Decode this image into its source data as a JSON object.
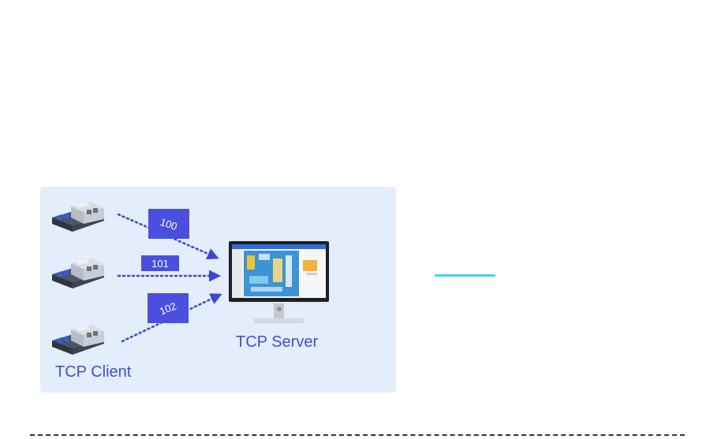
{
  "diagram": {
    "client_label": "TCP Client",
    "server_label": "TCP Server",
    "packets": [
      "100",
      "101",
      "102"
    ]
  },
  "colors": {
    "panel": "#e3edfc",
    "accent_blue": "#4a4fe0",
    "text_blue": "#3f4fcf",
    "accent_line": "#3fd2f4"
  },
  "icons": [
    "network-module-icon",
    "monitor-icon"
  ]
}
